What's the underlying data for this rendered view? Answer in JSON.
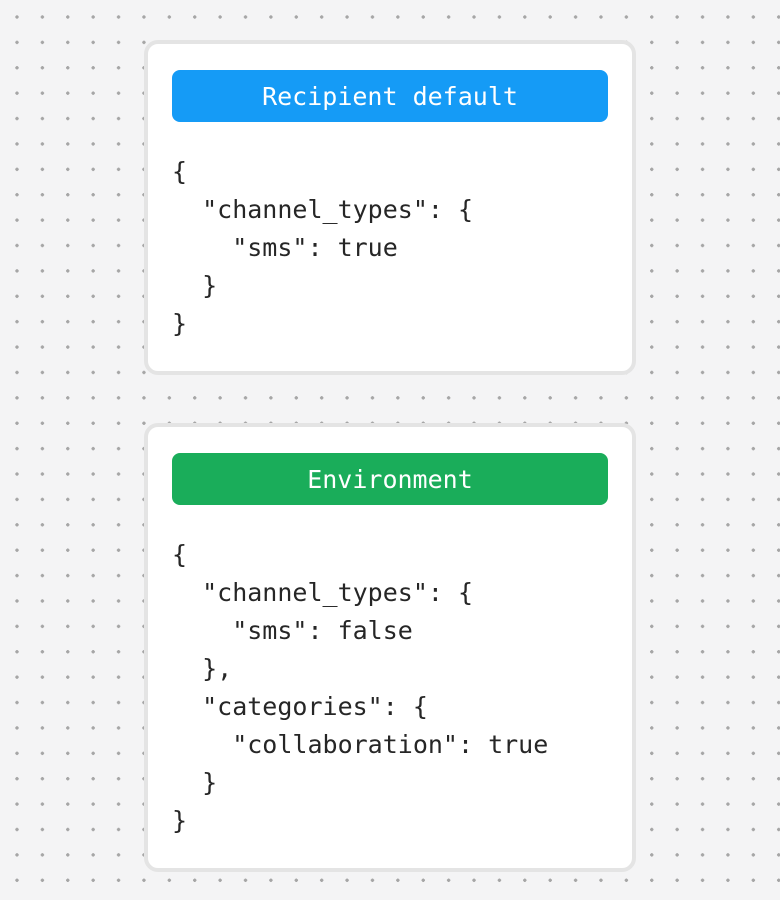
{
  "canvas": {
    "background_color": "#f4f4f5",
    "dot_color": "#a6a6a6",
    "card_border_color": "#e4e4e4",
    "code_text_color": "#262626"
  },
  "cards": [
    {
      "label": "Recipient default",
      "badge_color": "#159bf6",
      "code_lines": [
        "{",
        "  \"channel_types\": {",
        "    \"sms\": true",
        "  }",
        "}"
      ]
    },
    {
      "label": "Environment",
      "badge_color": "#1aad5a",
      "code_lines": [
        "{",
        "  \"channel_types\": {",
        "    \"sms\": false",
        "  },",
        "  \"categories\": {",
        "    \"collaboration\": true",
        "  }",
        "}"
      ]
    }
  ]
}
